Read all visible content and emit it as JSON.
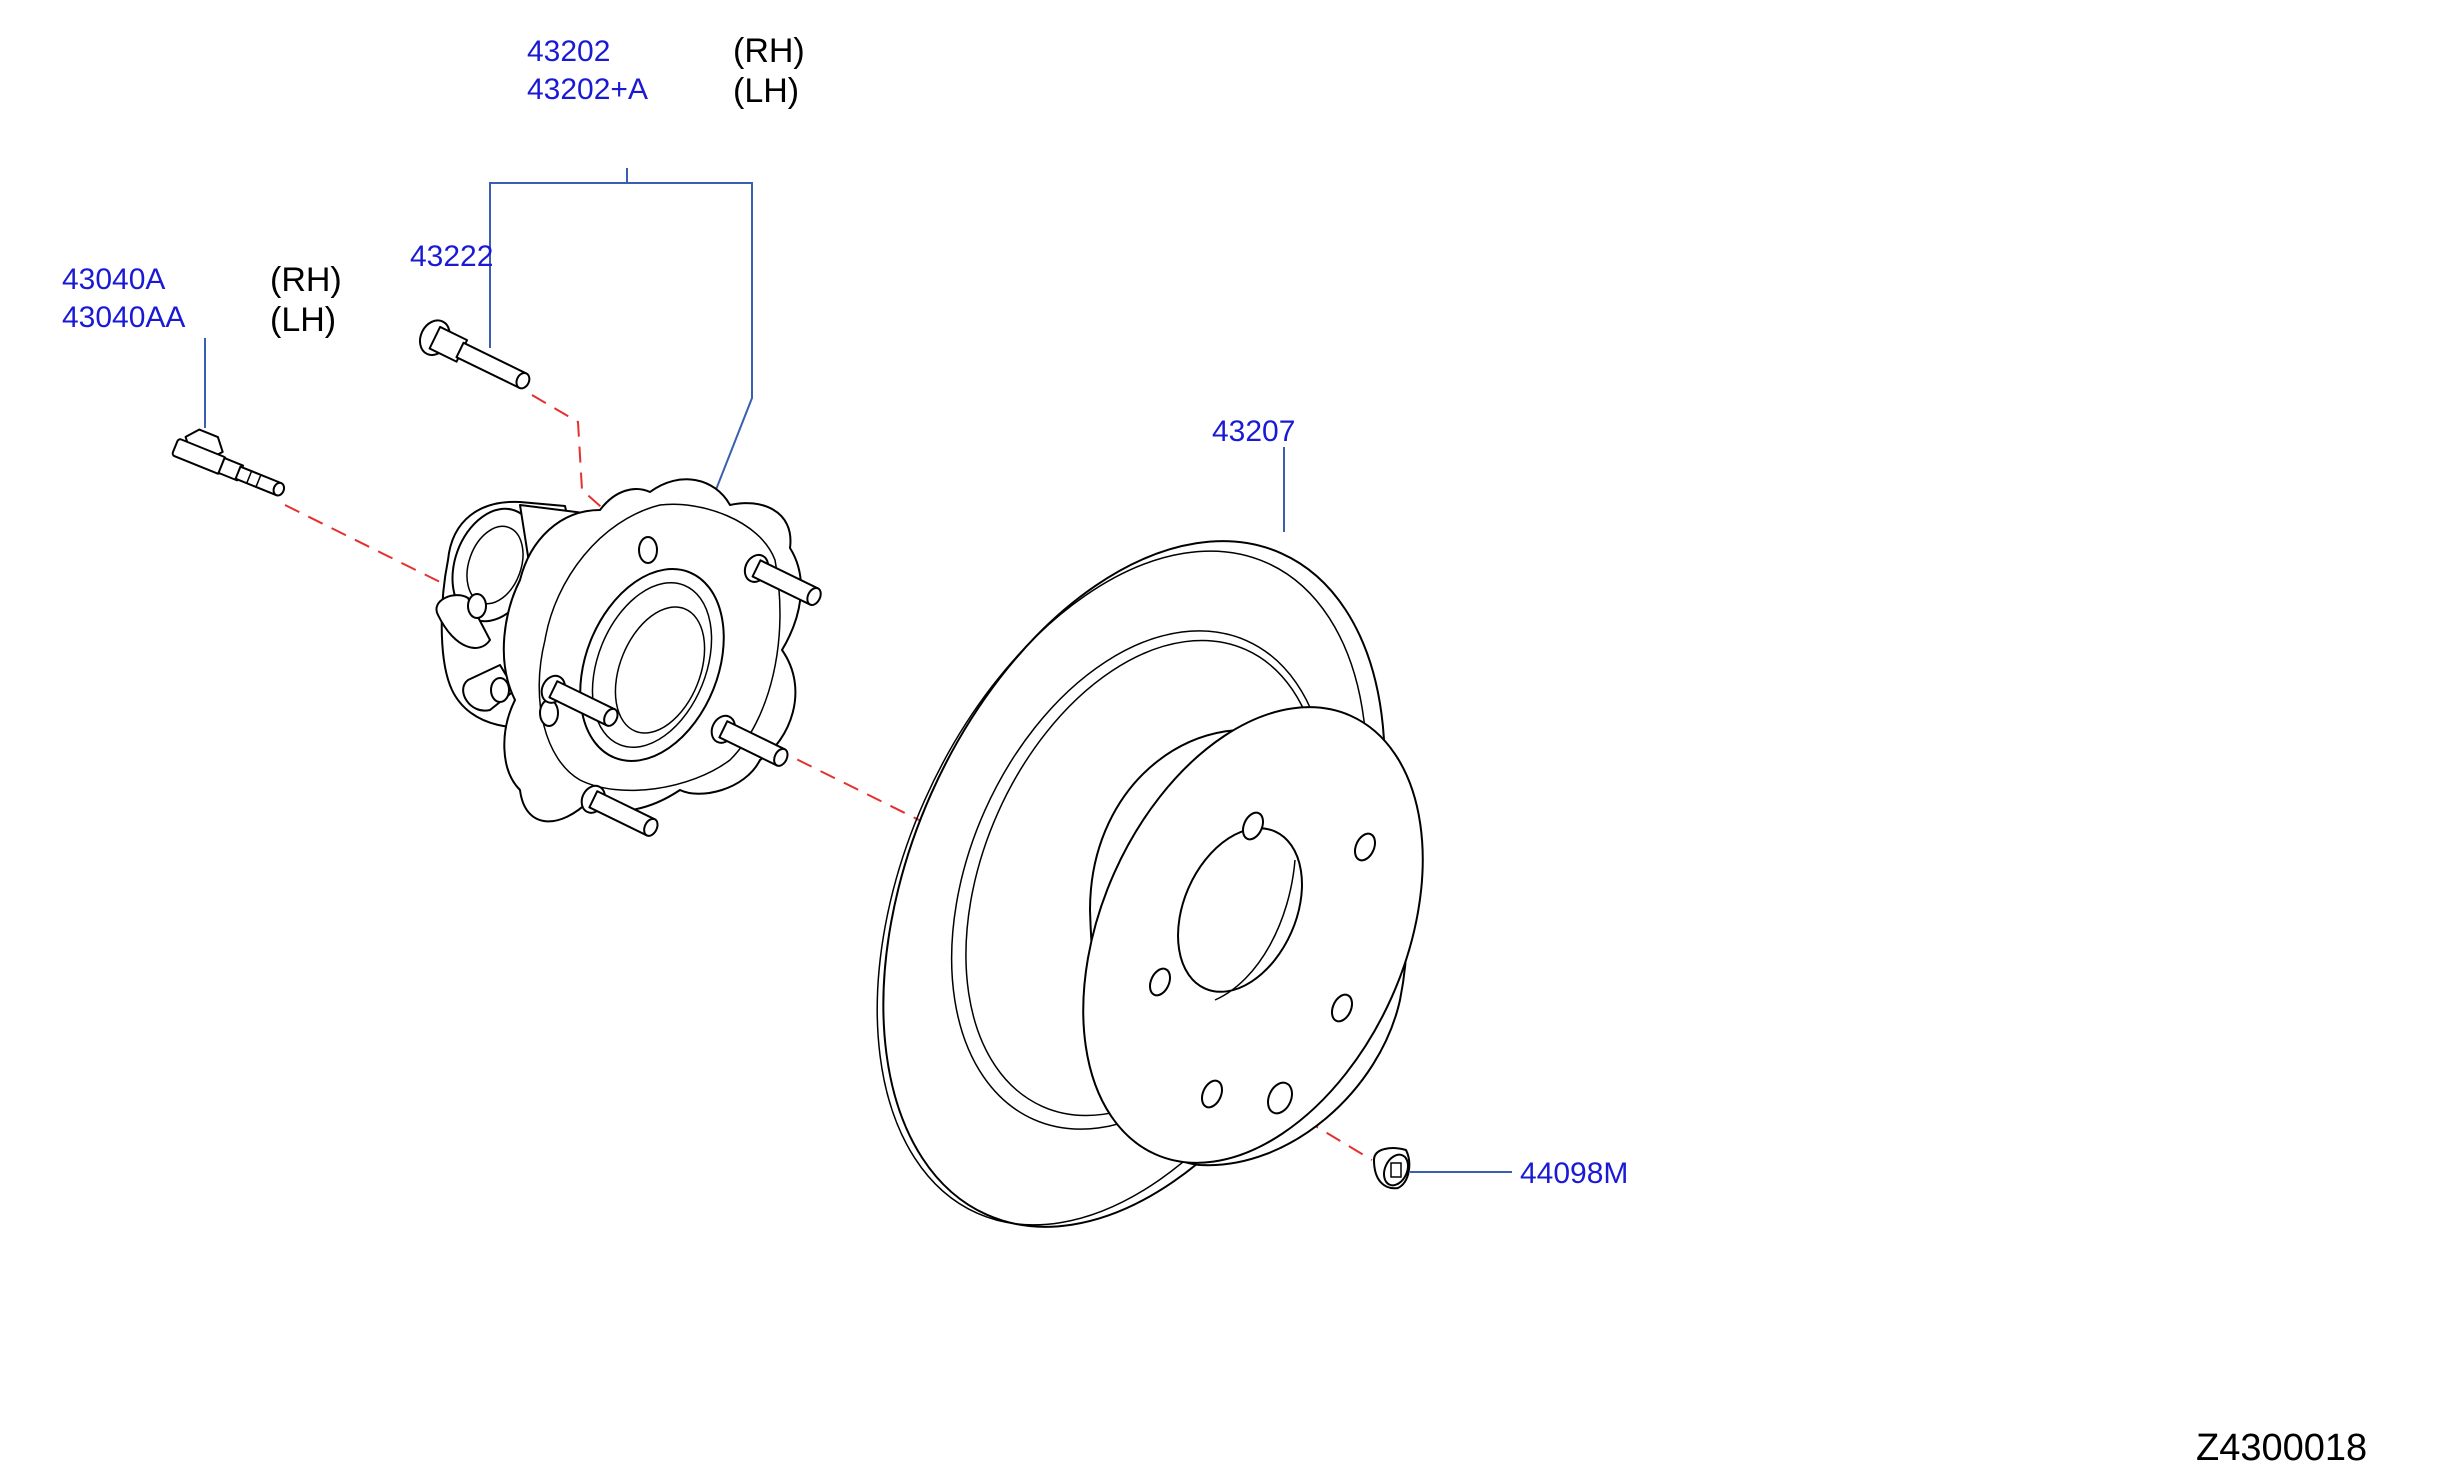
{
  "labels": {
    "hub_assembly": {
      "part_rh": "43202",
      "part_lh": "43202+A",
      "side_rh": "(RH)",
      "side_lh": "(LH)"
    },
    "hub_bolt": {
      "part_rh": "43040A",
      "part_lh": "43040AA",
      "side_rh": "(RH)",
      "side_lh": "(LH)"
    },
    "wheel_stud": {
      "part": "43222"
    },
    "brake_rotor": {
      "part": "43207"
    },
    "rotor_screw": {
      "part": "44098M"
    }
  },
  "diagram_code": "Z4300018",
  "colors": {
    "part_number": "#1a1ad6",
    "leader": "#3a5fb0",
    "center_line": "#e53030",
    "outline": "#000000"
  }
}
